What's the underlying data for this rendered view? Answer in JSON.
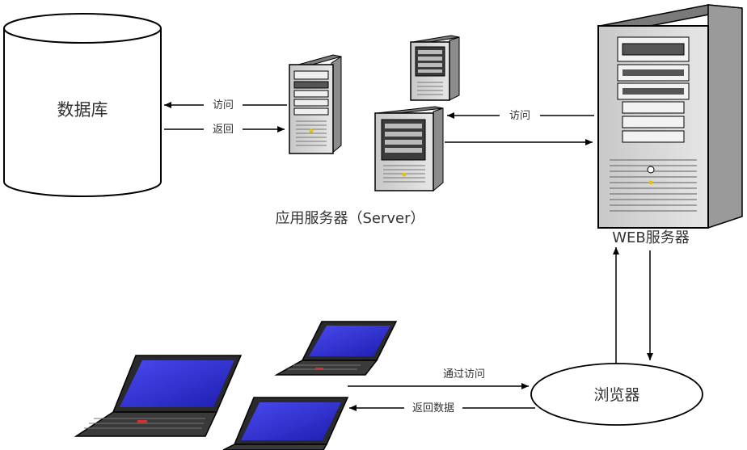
{
  "database": {
    "label": "数据库"
  },
  "app_servers": {
    "label": "应用服务器（Server）"
  },
  "web_server": {
    "label": "WEB服务器"
  },
  "browser": {
    "label": "浏览器"
  },
  "edges": {
    "db_access": "访问",
    "db_return": "返回",
    "web_access": "访问",
    "client_access": "通过访问",
    "client_return": "返回数据"
  },
  "colors": {
    "stroke": "#000000",
    "server_body": "#d9d9d9",
    "server_shade": "#8c8c8c",
    "screen": "#2b2bd6",
    "laptop_body": "#3a3a3a"
  }
}
